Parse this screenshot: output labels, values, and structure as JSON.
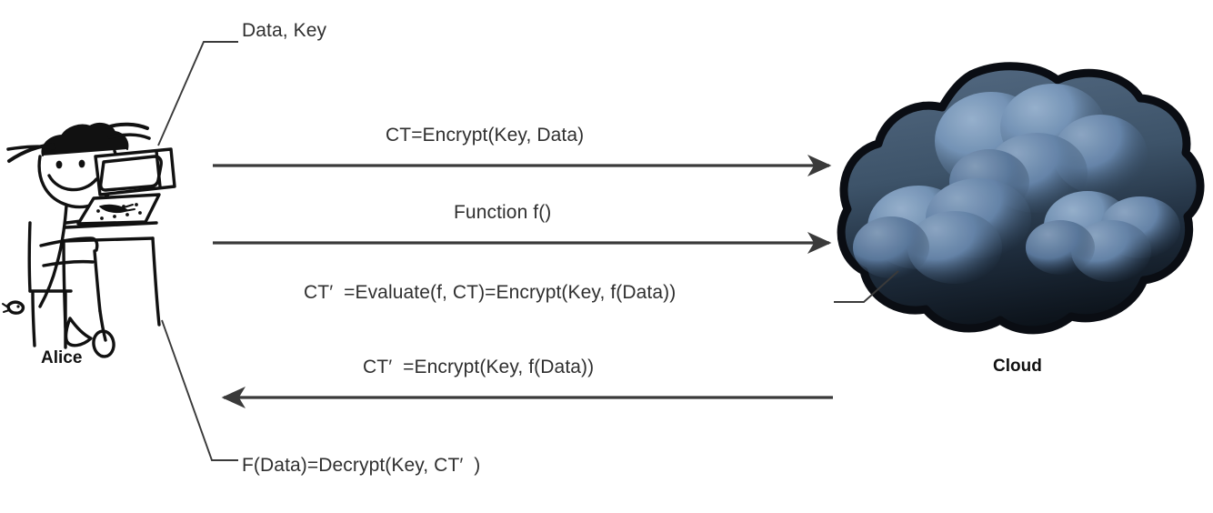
{
  "diagram": {
    "title": "Homomorphic encryption protocol between Alice and the Cloud",
    "type": "sequence-diagram",
    "line_color": "#3a3a3a",
    "text_color": "#2f2f2f",
    "cloud_colors": {
      "outline": "#080b10",
      "dark": "#0d1420",
      "mid": "#3f566f",
      "light": "#7f9cbd",
      "highlight": "#91aecb"
    }
  },
  "actors": {
    "left": {
      "name": "Alice",
      "icon": "person-at-computer-doodle"
    },
    "right": {
      "name": "Cloud",
      "icon": "cloud-shape"
    }
  },
  "annotations": {
    "alice_inputs": "Data, Key",
    "alice_output": "F(Data)=Decrypt(Key, CT′  )",
    "cloud_computation": "CT′  =Evaluate(f, CT)=Encrypt(Key, f(Data))"
  },
  "messages": [
    {
      "id": "msg-ciphertext",
      "label": "CT=Encrypt(Key, Data)",
      "direction": "right"
    },
    {
      "id": "msg-function",
      "label": "Function f()",
      "direction": "right"
    },
    {
      "id": "msg-result",
      "label": "CT′  =Encrypt(Key, f(Data))",
      "direction": "left"
    }
  ]
}
